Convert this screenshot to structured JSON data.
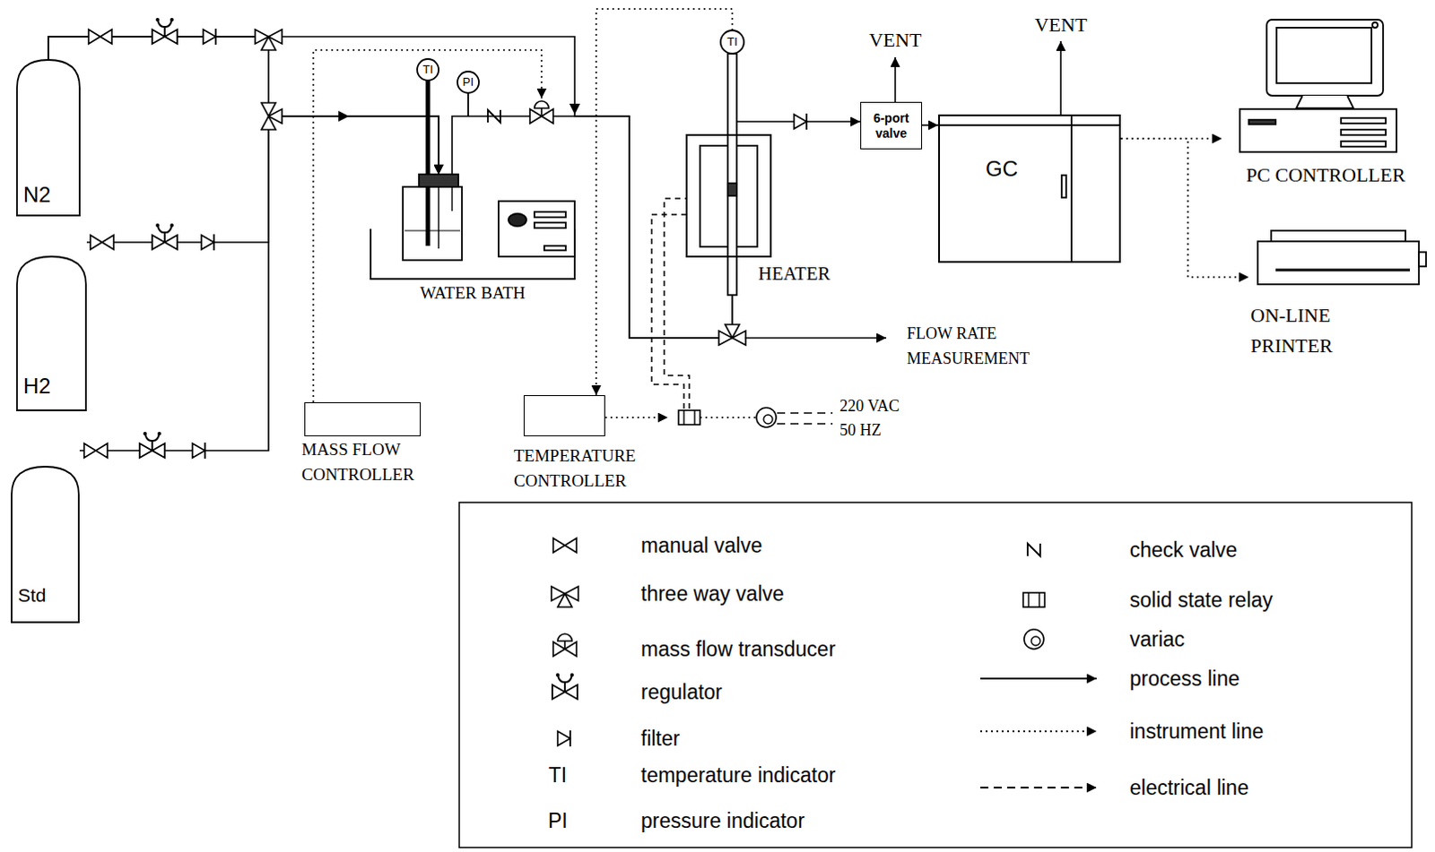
{
  "diagram": {
    "nodes": [
      {
        "text": [
          "N2"
        ]
      },
      {
        "text": [
          "H2"
        ]
      },
      {
        "text": [
          "Std"
        ]
      },
      {
        "text": [
          "WATER BATH"
        ]
      },
      {
        "text": [
          "MASS FLOW CONTROLLER"
        ]
      },
      {
        "text": [
          "TEMPERATURE CONTROLLER"
        ]
      },
      {
        "text": [
          "HEATER"
        ]
      },
      {
        "text": [
          "6-port valve"
        ]
      },
      {
        "text": [
          "GC"
        ]
      },
      {
        "text": [
          "PC CONTROLLER"
        ]
      },
      {
        "text": [
          "ON-LINE PRINTER"
        ]
      }
    ],
    "edges": [
      {
        "from": 0,
        "to": 3,
        "arrow": "to"
      },
      {
        "from": 1,
        "to": 3,
        "arrow": "to"
      },
      {
        "from": 2,
        "to": 3,
        "arrow": "to"
      },
      {
        "from": 0,
        "to": 6,
        "arrow": "to"
      },
      {
        "from": 3,
        "to": 6,
        "arrow": "to"
      },
      {
        "from": 6,
        "to": 7,
        "arrow": "to"
      },
      {
        "from": 7,
        "to": 8,
        "arrow": "to"
      },
      {
        "from": 8,
        "to": 9,
        "arrow": "to"
      },
      {
        "from": 8,
        "to": 10,
        "arrow": "to"
      }
    ],
    "labels": [
      "TI",
      "PI",
      "TI",
      "VENT",
      "VENT",
      "FLOW RATE MEASUREMENT",
      "220 VAC",
      "50 HZ",
      "TI",
      "PI"
    ],
    "legend": [
      {
        "text": "manual valve"
      },
      {
        "text": "three way valve"
      },
      {
        "text": "mass flow transducer"
      },
      {
        "text": "regulator"
      },
      {
        "text": "filter"
      },
      {
        "text": "temperature indicator"
      },
      {
        "text": "pressure indicator"
      },
      {
        "text": "check valve"
      },
      {
        "text": "solid state relay"
      },
      {
        "text": "variac"
      },
      {
        "text": "process line"
      },
      {
        "text": "instrument line"
      },
      {
        "text": "electrical line"
      }
    ]
  }
}
